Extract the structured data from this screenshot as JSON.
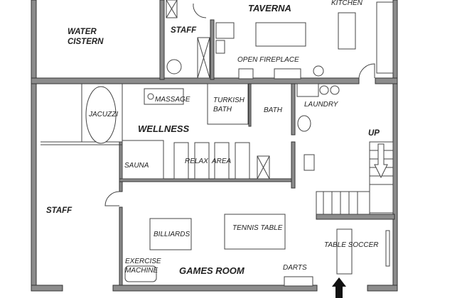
{
  "plan": {
    "rooms": {
      "water_cistern": [
        "WATER",
        "CISTERN"
      ],
      "staff_top": "STAFF",
      "taverna": "TAVERNA",
      "kitchen": "KITCHEN",
      "open_fireplace": "OPEN FIREPLACE",
      "massage": "MASSAGE",
      "turkish_bath": [
        "TURKISH",
        "BATH"
      ],
      "bath": "BATH",
      "laundry": "LAUNDRY",
      "jacuzzi": "JACUZZI",
      "wellness": "WELLNESS",
      "up": "UP",
      "sauna": "SAUNA",
      "relax_area": "RELAX  AREA",
      "staff_bottom": "STAFF",
      "billiards": "BILLIARDS",
      "tennis_table": "TENNIS TABLE",
      "table_soccer": "TABLE SOCCER",
      "exercise_machine": [
        "EXERCISE",
        "MACHINE"
      ],
      "games_room": "GAMES ROOM",
      "darts": "DARTS"
    }
  }
}
